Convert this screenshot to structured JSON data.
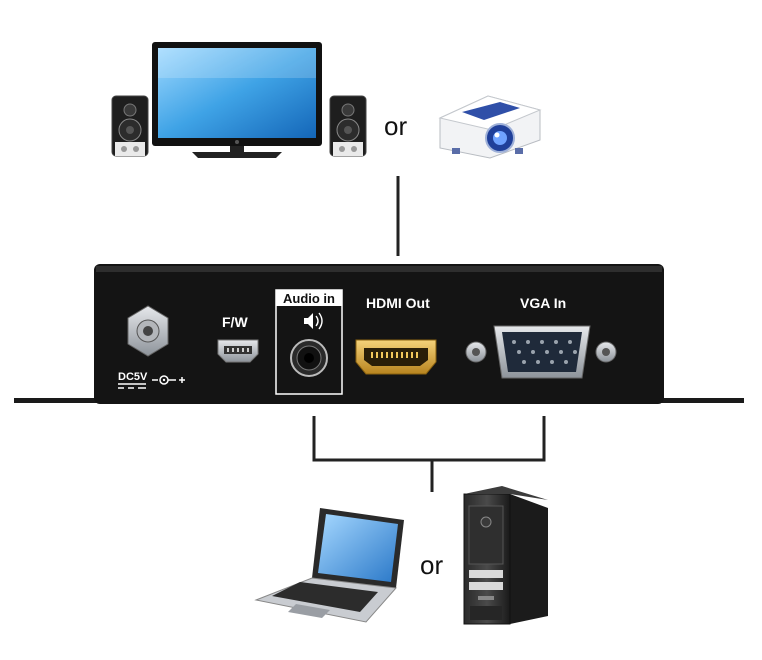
{
  "top": {
    "or_label": "or"
  },
  "bottom": {
    "or_label": "or"
  },
  "device": {
    "dc_label": "DC5V",
    "fw_label": "F/W",
    "audio_in_label": "Audio in",
    "hdmi_out_label": "HDMI Out",
    "vga_in_label": "VGA In"
  },
  "icons": {
    "monitor": "tv-monitor-icon",
    "speaker": "speaker-icon",
    "projector": "projector-icon",
    "laptop": "laptop-icon",
    "desktop": "desktop-pc-icon",
    "speaker_symbol": "speaker-symbol-icon"
  },
  "colors": {
    "device_body": "#1a1a1a",
    "screen": "#3fa3e6",
    "hdmi_gold": "#d9a441",
    "vga_metal": "#b9bec4",
    "line": "#222222"
  }
}
